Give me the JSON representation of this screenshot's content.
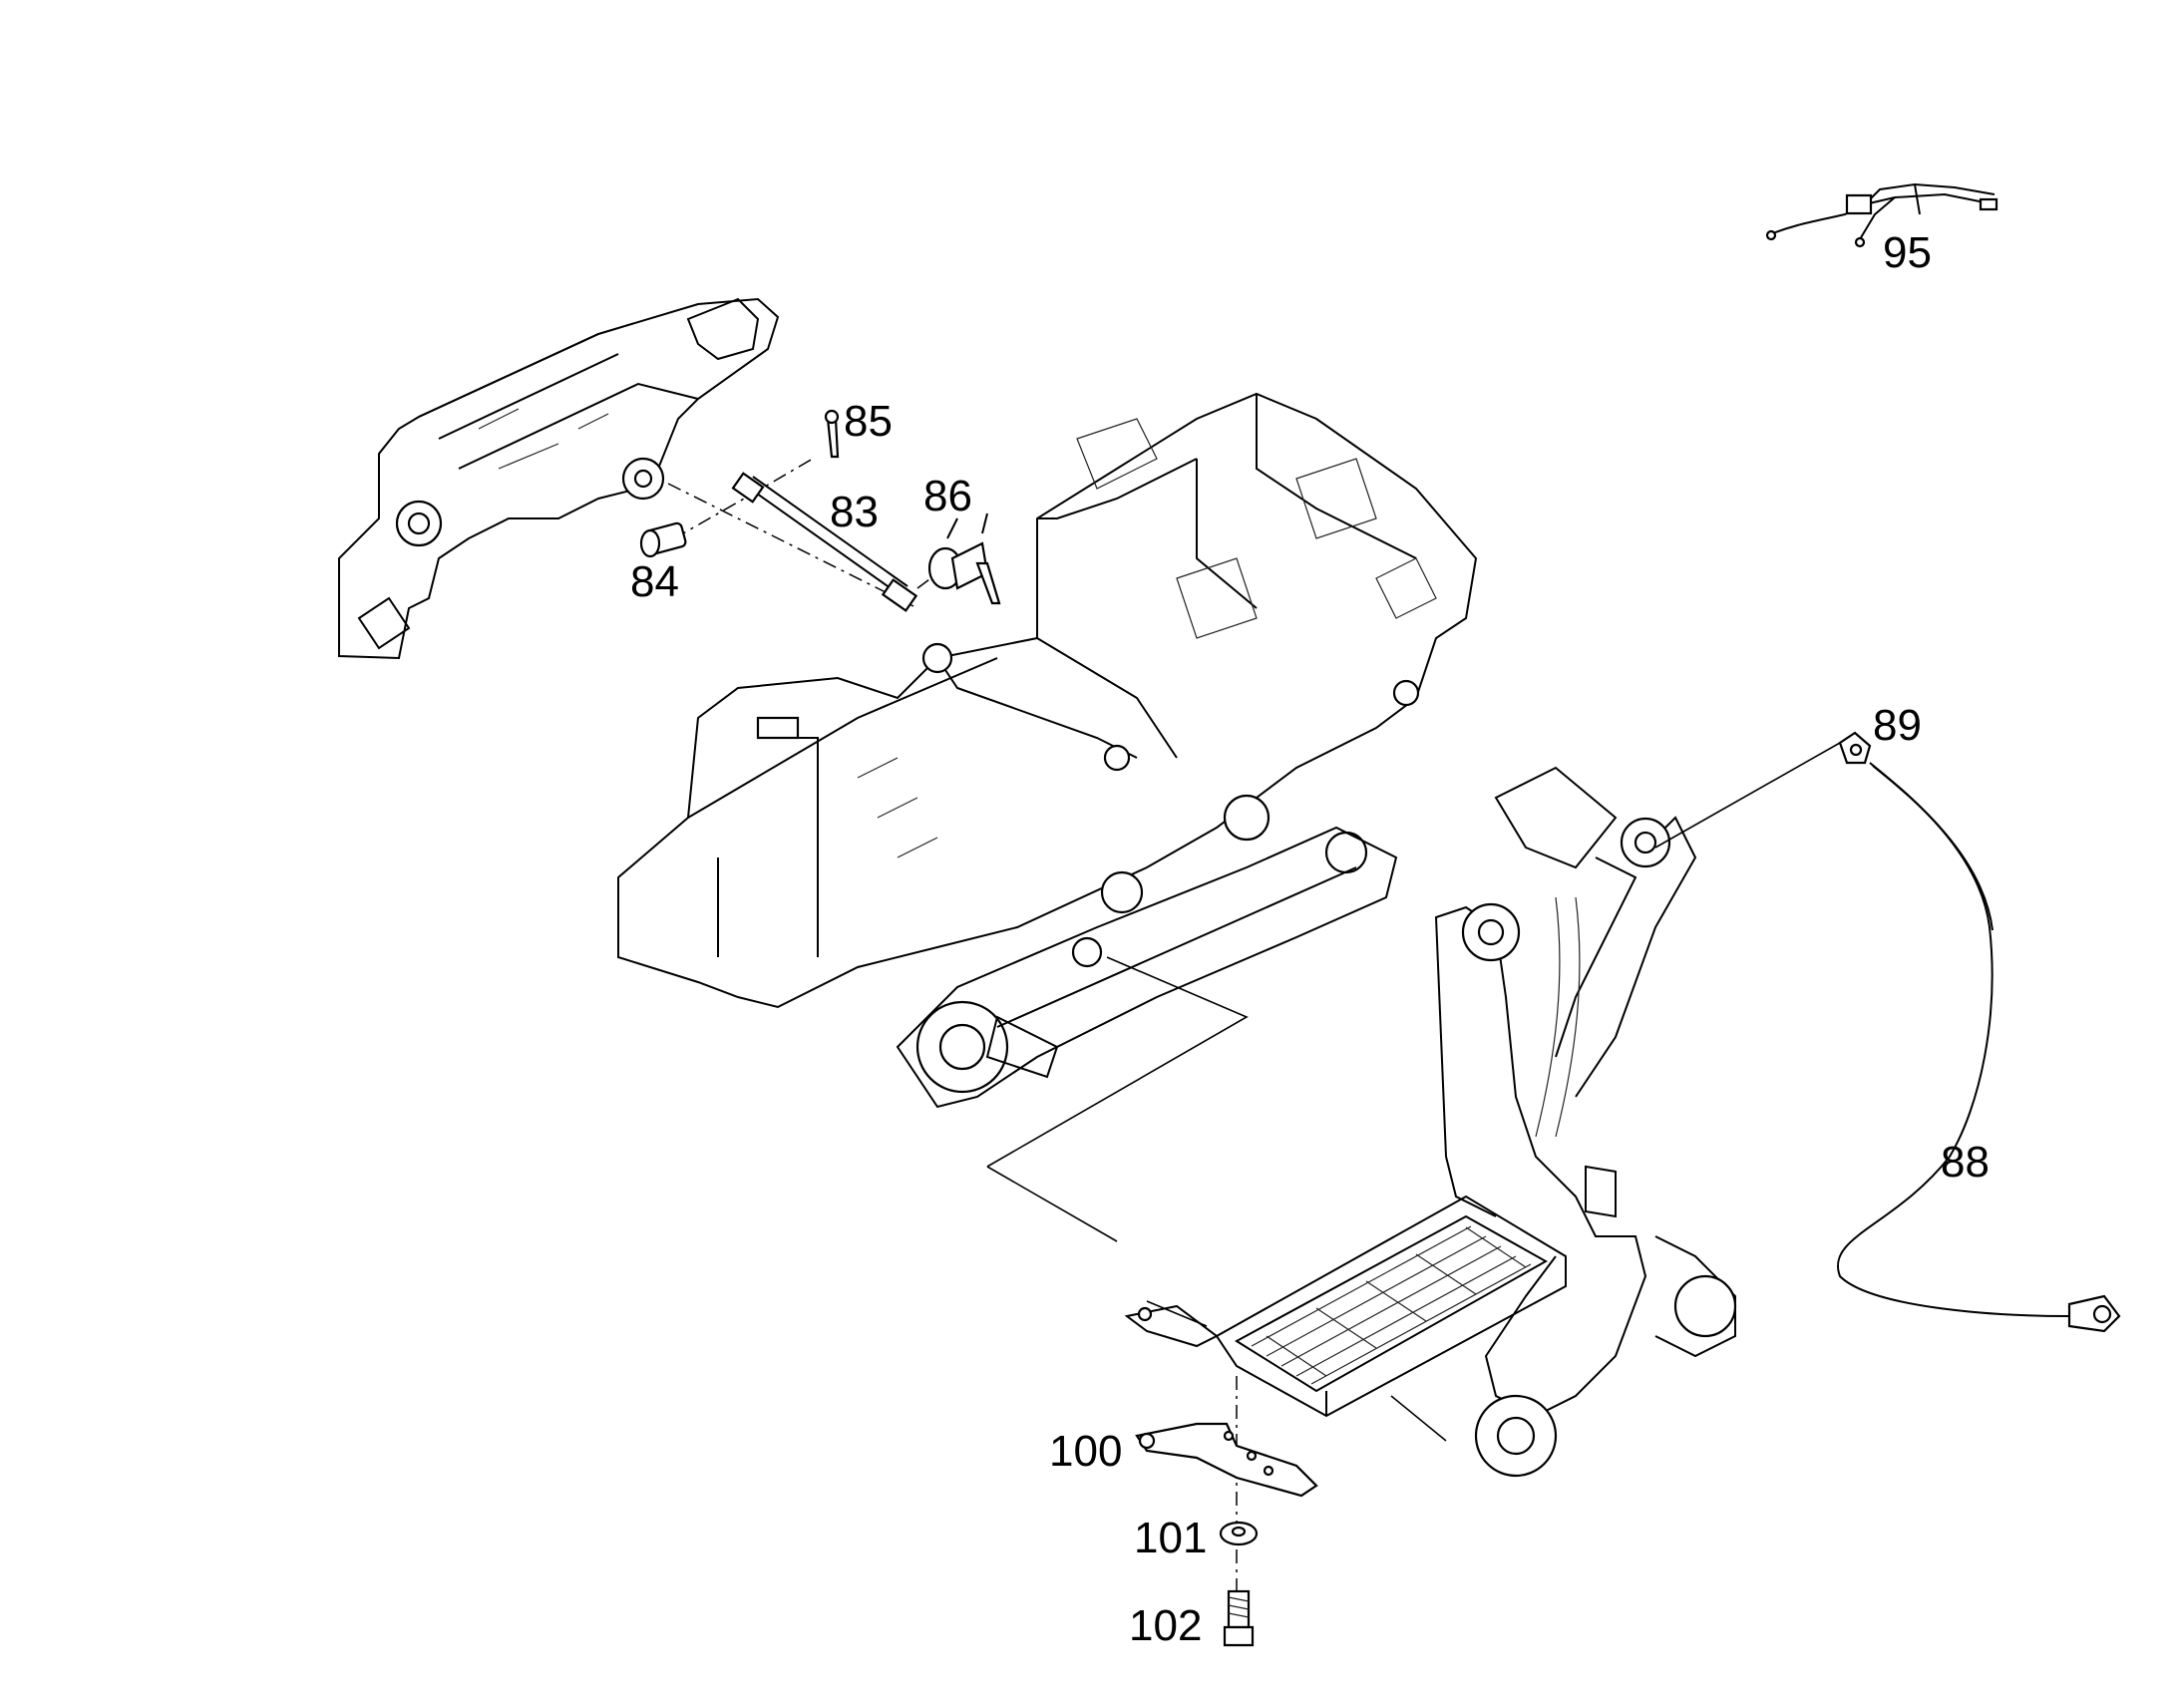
{
  "callouts": {
    "c95": "95",
    "c85": "85",
    "c83": "83",
    "c86": "86",
    "c84": "84",
    "c89": "89",
    "c88": "88",
    "c100": "100",
    "c101": "101",
    "c102": "102"
  },
  "colors": {
    "line": "#000000",
    "background": "#ffffff"
  }
}
